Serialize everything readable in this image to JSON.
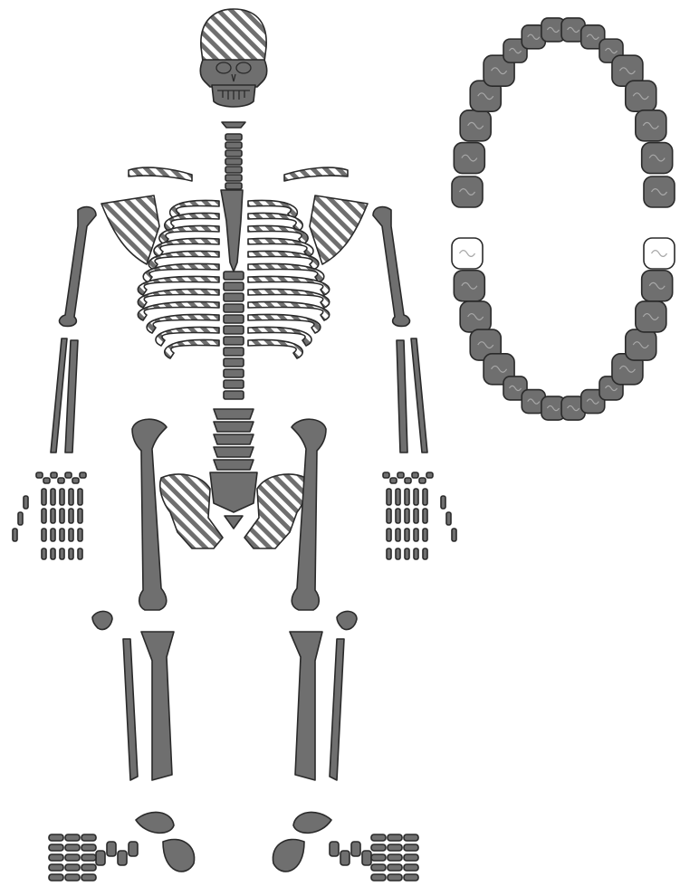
{
  "colors": {
    "present": "#6f6f6f",
    "absent": "#ffffff",
    "partial_hatch": "#6f6f6f",
    "outline": "#2a2a2a",
    "background": "#ffffff"
  },
  "skeleton": {
    "cranium": "partial",
    "face": "present",
    "mandible": "present",
    "hyoid": "present",
    "clavicle_left": "partial",
    "clavicle_right": "partial",
    "scapula_left": "partial",
    "scapula_right": "partial",
    "sternum": "present",
    "ribs": "partial",
    "cervical_vertebrae": "present",
    "thoracic_vertebrae": "present",
    "lumbar_vertebrae": "present",
    "sacrum": "present",
    "coccyx": "present",
    "humerus_left": "present",
    "humerus_right": "present",
    "radius_left": "present",
    "radius_right": "present",
    "ulna_left": "present",
    "ulna_right": "present",
    "hand_left": "present",
    "hand_right": "present",
    "os_coxae_left": "partial",
    "os_coxae_right": "partial",
    "femur_left": "present",
    "femur_right": "present",
    "patella_left": "present",
    "patella_right": "present",
    "tibia_left": "present",
    "tibia_right": "present",
    "fibula_left": "present",
    "fibula_right": "present",
    "foot_left": "present",
    "foot_right": "present"
  },
  "dentition": {
    "maxillary": {
      "count": 16,
      "absent_positions": []
    },
    "mandibular": {
      "count": 16,
      "absent_positions": [
        0,
        15
      ]
    }
  }
}
